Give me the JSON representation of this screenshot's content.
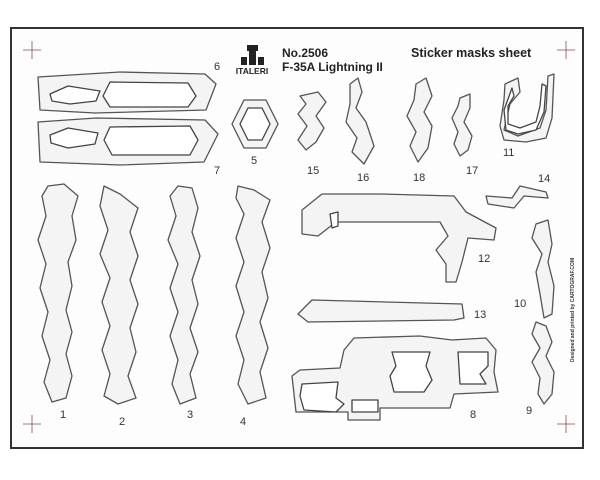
{
  "brand": {
    "name": "ITALERI"
  },
  "header": {
    "kit_number": "No.2506",
    "kit_name": "F-35A Lightning II",
    "sheet_title": "Sticker masks sheet"
  },
  "credit": "Designed and printed by CARTOGRAF.COM",
  "masks": {
    "m1": "1",
    "m2": "2",
    "m3": "3",
    "m4": "4",
    "m5": "5",
    "m6": "6",
    "m7": "7",
    "m8": "8",
    "m9": "9",
    "m10": "10",
    "m11": "11",
    "m12": "12",
    "m13": "13",
    "m14": "14",
    "m15": "15",
    "m16": "16",
    "m17": "17",
    "m18": "18"
  },
  "colors": {
    "border": "#333333",
    "outline": "#555555",
    "registration": "#8b4a4a",
    "logo": "#222222"
  }
}
